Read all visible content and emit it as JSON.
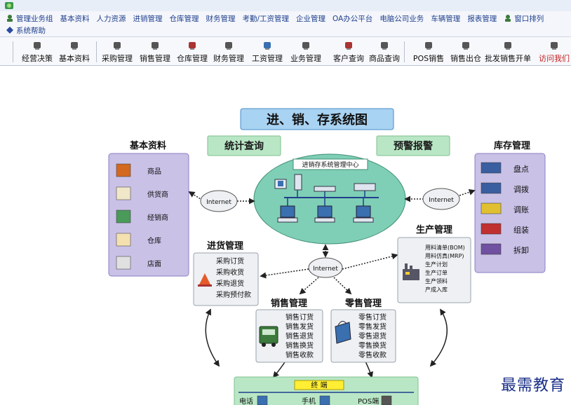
{
  "menu": {
    "row1": [
      "管理业务组",
      "基本资料",
      "人力资源",
      "进销管理",
      "仓库管理",
      "财务管理",
      "考勤/工资管理",
      "企业管理",
      "OA办公平台",
      "电脑公司业务",
      "车辆管理",
      "报表管理",
      "窗口排列"
    ],
    "row2": [
      "系统帮助"
    ]
  },
  "toolbar": [
    "经营决策",
    "基本资料",
    "采购管理",
    "销售管理",
    "仓库管理",
    "财务管理",
    "工资管理",
    "业务管理",
    "客户查询",
    "商品查询",
    "POS销售",
    "销售出仓",
    "批发销售开单",
    "访问我们"
  ],
  "diagram": {
    "title": "进、销、存系统图",
    "stats_query": "统计查询",
    "alert": "预警报警",
    "center_title": "进销存系统管理中心",
    "internet": "Internet",
    "basic": {
      "title": "基本资料",
      "items": [
        "商品",
        "供货商",
        "经销商",
        "仓库",
        "店面"
      ]
    },
    "inventory": {
      "title": "库存管理",
      "items": [
        "盘点",
        "调拨",
        "调账",
        "组装",
        "拆卸"
      ]
    },
    "purchase": {
      "title": "进货管理",
      "items": [
        "采购订货",
        "采购收货",
        "采购退货",
        "采购预付款"
      ]
    },
    "production": {
      "title": "生产管理",
      "items": [
        "用料清单(BOM)",
        "用料仿真(MRP)",
        "生产计划",
        "生产订单",
        "生产领料",
        "产成入库"
      ]
    },
    "sales": {
      "title": "销售管理",
      "items": [
        "销售订货",
        "销售发货",
        "销售退货",
        "销售换货",
        "销售收款"
      ]
    },
    "retail": {
      "title": "零售管理",
      "items": [
        "零售订货",
        "零售发货",
        "零售退货",
        "零售换货",
        "零售收款"
      ]
    },
    "terminal": {
      "title": "终 端",
      "items": [
        "电话",
        "手机",
        "POS端"
      ]
    }
  },
  "watermark": "最需教育",
  "colors": {
    "purple": "#c9c1e6",
    "purple_border": "#8d7fc4",
    "green": "#b9e7c6",
    "green_border": "#7fbf8e",
    "teal": "#7fcfb6",
    "blue_title": "#a9d3f2",
    "grey": "#eef0f3",
    "yellow": "#ffee33"
  }
}
